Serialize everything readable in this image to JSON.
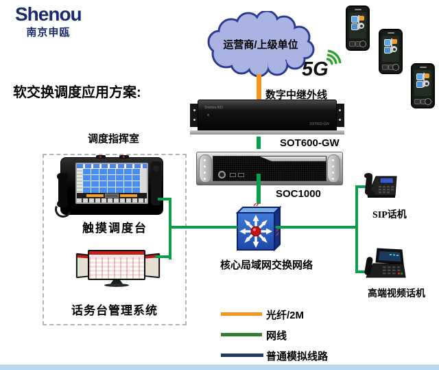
{
  "brand": {
    "name": "Shenou",
    "subtitle": "南京申瓯"
  },
  "title": "软交换调度应用方案:",
  "cloud": {
    "label": "运营商/上级单位"
  },
  "badge_5g": "5G",
  "labels": {
    "digital_trunk": "数字中继外线",
    "gateway": "SOT600-GW",
    "server": "SOC1000",
    "core_switch": "核心局域网交换网络",
    "dispatch_room": "调度指挥室",
    "touch_console": "触摸调度台",
    "operator_system": "话务台管理系统",
    "sip_phone": "SIP话机",
    "video_phone": "高端视频话机"
  },
  "device_panel": {
    "gateway_brand": "Shenou 600",
    "gateway_model": "SOT600-GW"
  },
  "legend": {
    "items": [
      {
        "label": "光纤/2M",
        "color": "#F7941E"
      },
      {
        "label": "网线",
        "color": "#2E7D32"
      },
      {
        "label": "普通模拟线路",
        "color": "#1F3864"
      }
    ]
  },
  "colors": {
    "logo_blue": "#1A2B6D",
    "cloud_fill": "#A9B4E2",
    "cloud_border": "#2B3A8F",
    "fiber_orange": "#F7941E",
    "lan_green": "#0A9D4B",
    "analog_navy": "#1F3864",
    "footer_bar": "#BCD6EE"
  }
}
